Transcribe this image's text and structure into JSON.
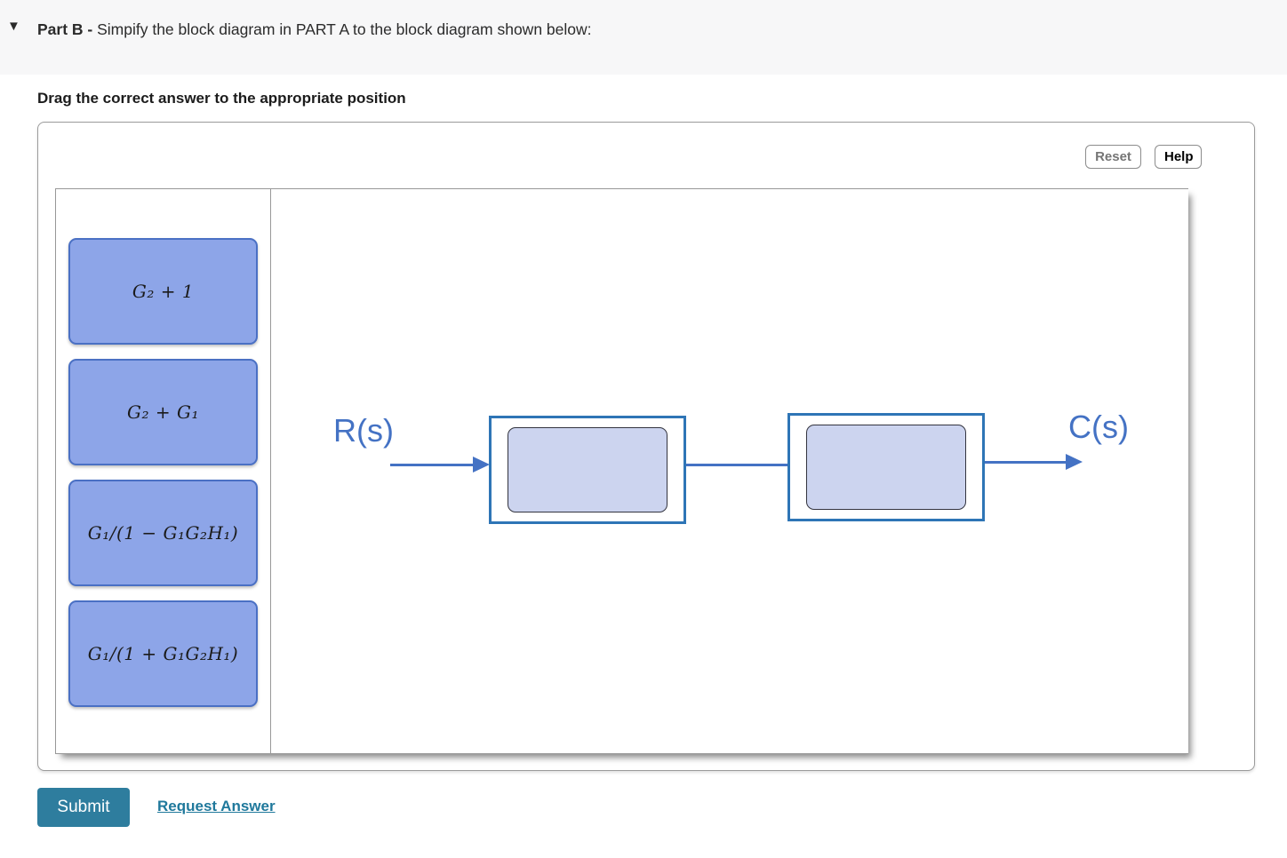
{
  "part": {
    "title_bold": "Part B - ",
    "title_rest": "Simpify the block diagram in PART A to the block diagram shown below:"
  },
  "icons": {
    "collapse_caret": "▼"
  },
  "instruction": {
    "text": "Drag the correct answer to the appropriate position"
  },
  "toolbar": {
    "reset_label": "Reset",
    "help_label": "Help"
  },
  "palette": {
    "items": [
      "G₂ + 1",
      "G₂ + G₁",
      "G₁/(1 − G₁G₂H₁)",
      "G₁/(1 + G₁G₂H₁)"
    ]
  },
  "diagram": {
    "input_label": "R(s)",
    "output_label": "C(s)",
    "drop_zones": [
      {
        "value": ""
      },
      {
        "value": ""
      }
    ]
  },
  "footer": {
    "submit_label": "Submit",
    "request_answer_label": "Request Answer"
  },
  "colors": {
    "header_bar_bg": "#f7f7f8",
    "accent_blue": "#4472c4",
    "diagram_box_border": "#2e75b6",
    "drag_block_fill": "#8da5e8",
    "drag_block_border": "#4a70c4",
    "drop_zone_fill": "#ccd4ef",
    "submit_teal": "#2e7d9e",
    "link_teal": "#20799c"
  }
}
